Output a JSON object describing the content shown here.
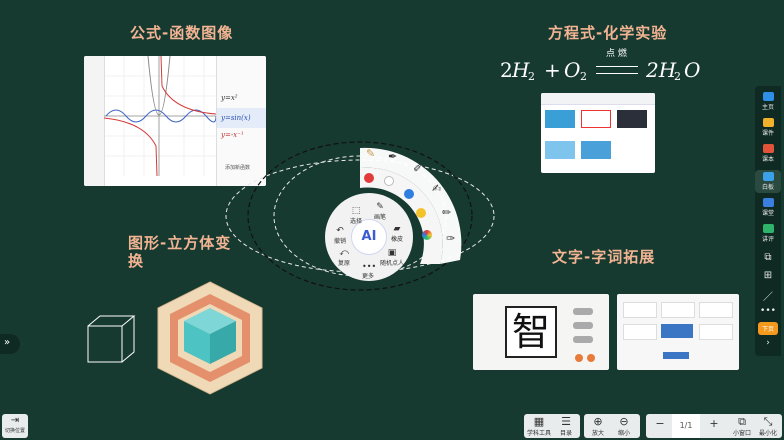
{
  "sections": {
    "formula_title": "公式-函数图像",
    "chem_title": "方程式-化学实验",
    "shape_title": "图形-立方体变换",
    "text_title": "文字-字词拓展"
  },
  "formula_panel": {
    "eq1": "y=x²",
    "eq2": "y=sin(x)",
    "eq3": "y=-x⁻¹",
    "add_label": "添加新函数"
  },
  "chem": {
    "lhs_coef": "2",
    "lhs_mol": "H",
    "lhs_sub": "2",
    "plus": "+",
    "o": "O",
    "o_sub": "2",
    "condition": "点 燃",
    "rhs": "2H",
    "rhs_sub": "2",
    "rhs_o": "O"
  },
  "text_panel": {
    "char": "智"
  },
  "wheel": {
    "select": "选择",
    "pen": "画笔",
    "undo": "撤销",
    "eraser": "橡皮",
    "redo": "复原",
    "random": "随机点人",
    "more": "更多",
    "ai": "AI"
  },
  "sidebar": {
    "items": [
      "主页",
      "课件",
      "课本",
      "白板",
      "课堂",
      "讲评"
    ],
    "next": "下页"
  },
  "bottom_left": {
    "label": "切换位置"
  },
  "toolbar_mid": {
    "tools": "学科工具",
    "dir": "目录",
    "zoom_in": "放大",
    "zoom_out": "缩小"
  },
  "toolbar_right": {
    "page": "1/1",
    "mini": "小窗口",
    "exit": "最小化"
  },
  "colors": {
    "bg": "#173a30",
    "title": "#f2b493",
    "red": "#e23b3b",
    "blue": "#2f7fe0",
    "yellow": "#f4c22a",
    "orange": "#f39a1e"
  }
}
